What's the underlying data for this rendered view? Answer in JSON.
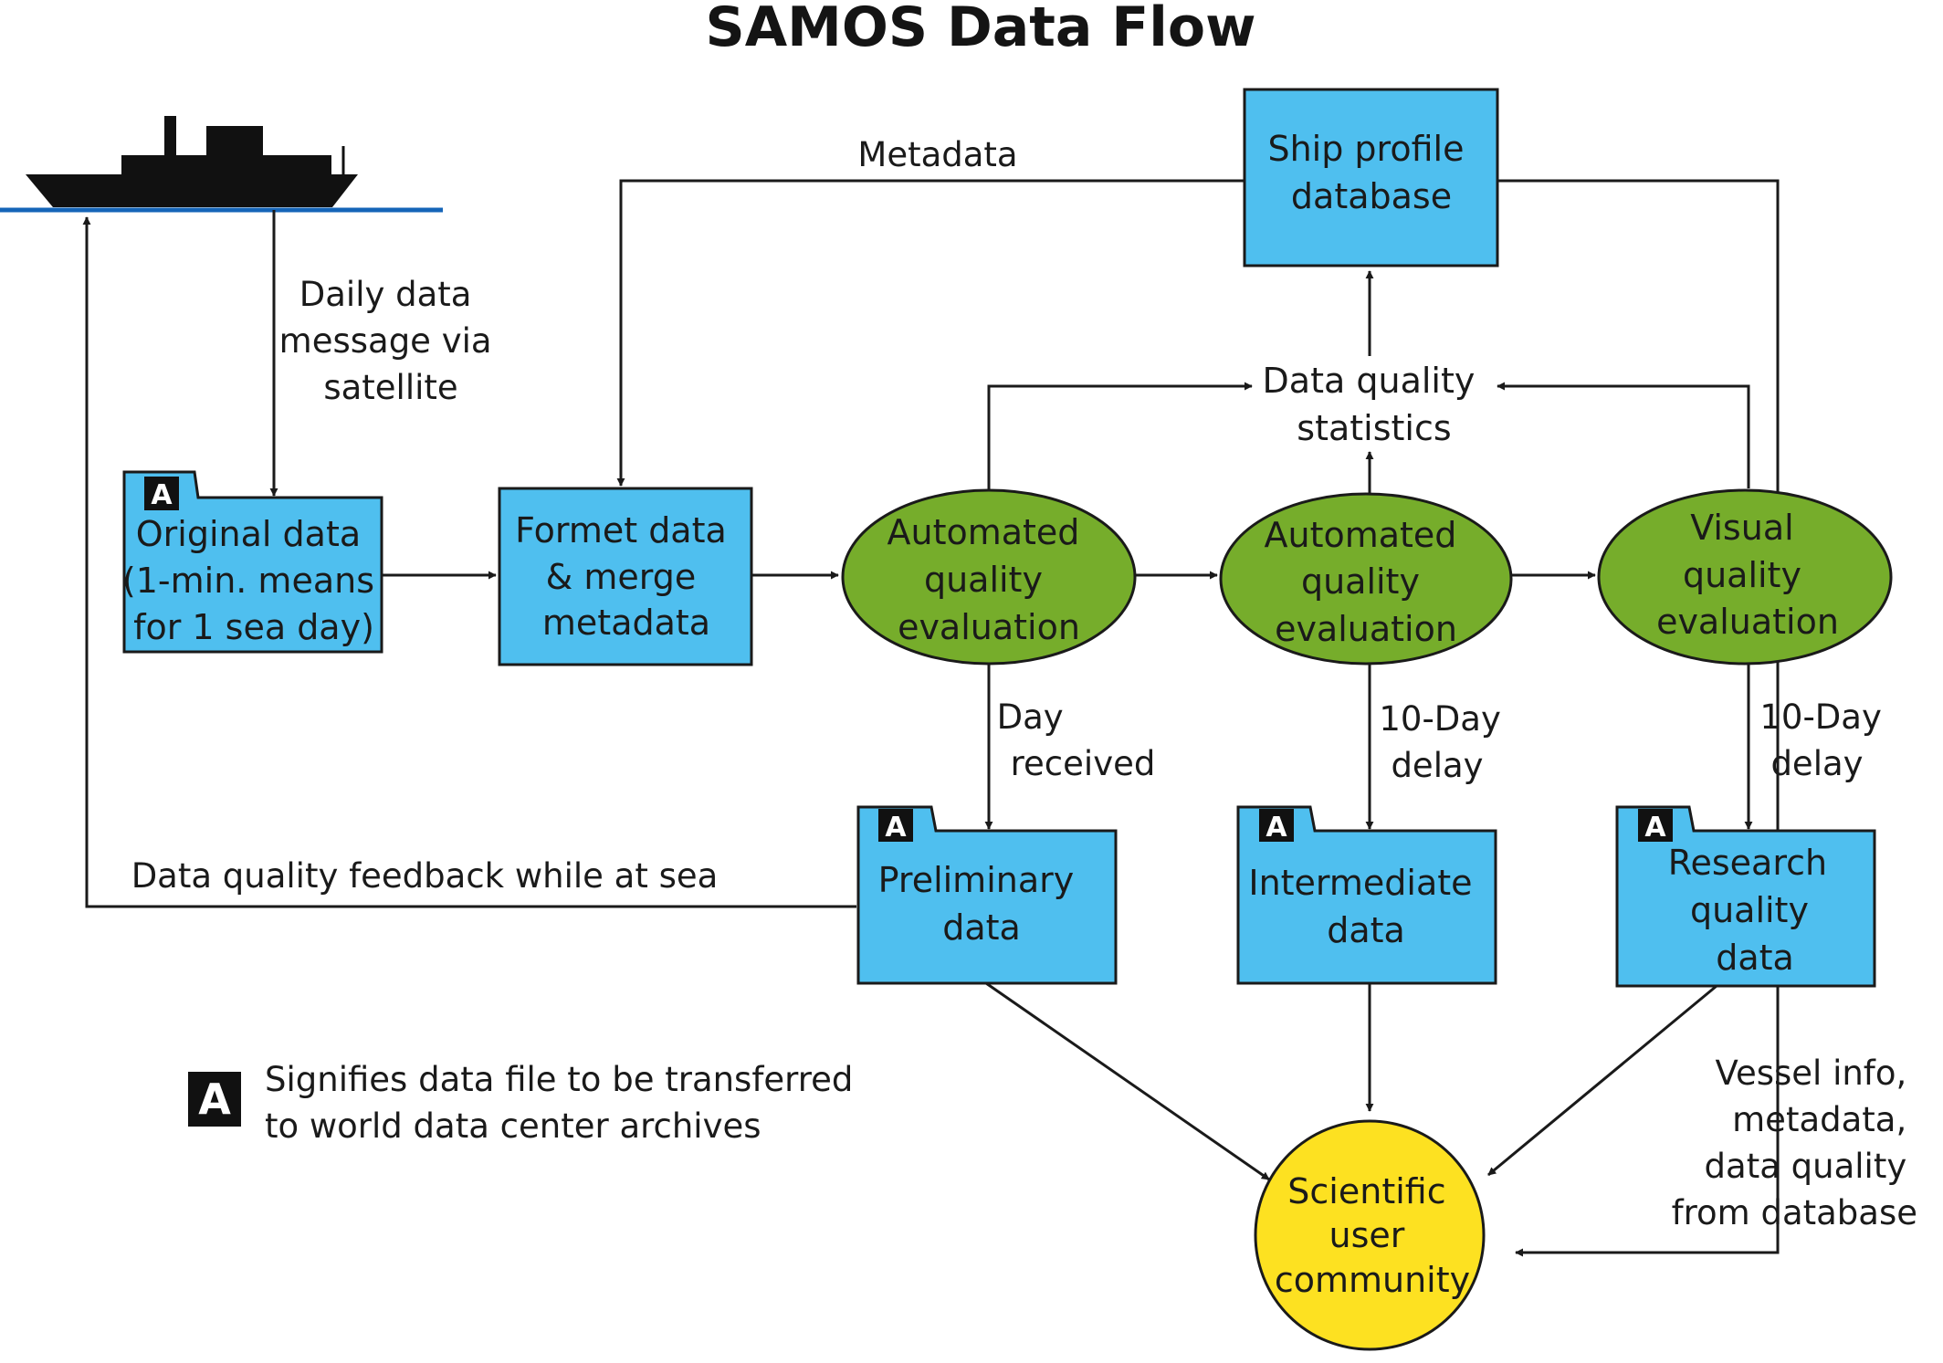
{
  "title": "SAMOS Data Flow",
  "colors": {
    "box_fill": "#4fbfef",
    "ellipse_fill": "#76ad2b",
    "circle_fill": "#fde121",
    "line": "#1a1a1a",
    "water": "#1565b8",
    "ship": "#111111",
    "badge": "#111111"
  },
  "badge_letter": "A",
  "nodes": {
    "ship_profile": [
      "Ship profile",
      "database"
    ],
    "original_data": [
      "Original data",
      "(1-min. means",
      "for 1 sea day)"
    ],
    "format_data": [
      "Formet data",
      "& merge",
      "metadata"
    ],
    "auto_eval_1": [
      "Automated",
      "quality",
      "evaluation"
    ],
    "auto_eval_2": [
      "Automated",
      "quality",
      "evaluation"
    ],
    "visual_eval": [
      "Visual",
      "quality",
      "evaluation"
    ],
    "quality_stats": [
      "Data quality",
      "statistics"
    ],
    "preliminary": [
      "Preliminary",
      "data"
    ],
    "intermediate": [
      "Intermediate",
      "data"
    ],
    "research": [
      "Research",
      "quality",
      "data"
    ],
    "community": [
      "Scientific",
      "user",
      "community"
    ]
  },
  "labels": {
    "metadata": "Metadata",
    "daily_message": [
      "Daily data",
      "message via",
      "satellite"
    ],
    "day_received": [
      "Day",
      "received"
    ],
    "delay_1": [
      "10-Day",
      "delay"
    ],
    "delay_2": [
      "10-Day",
      "delay"
    ],
    "feedback": "Data quality feedback while at sea",
    "vessel_info": [
      "Vessel info,",
      "metadata,",
      "data quality",
      "from database"
    ]
  },
  "legend": [
    "Signifies data file to be transferred",
    "to world data center archives"
  ]
}
